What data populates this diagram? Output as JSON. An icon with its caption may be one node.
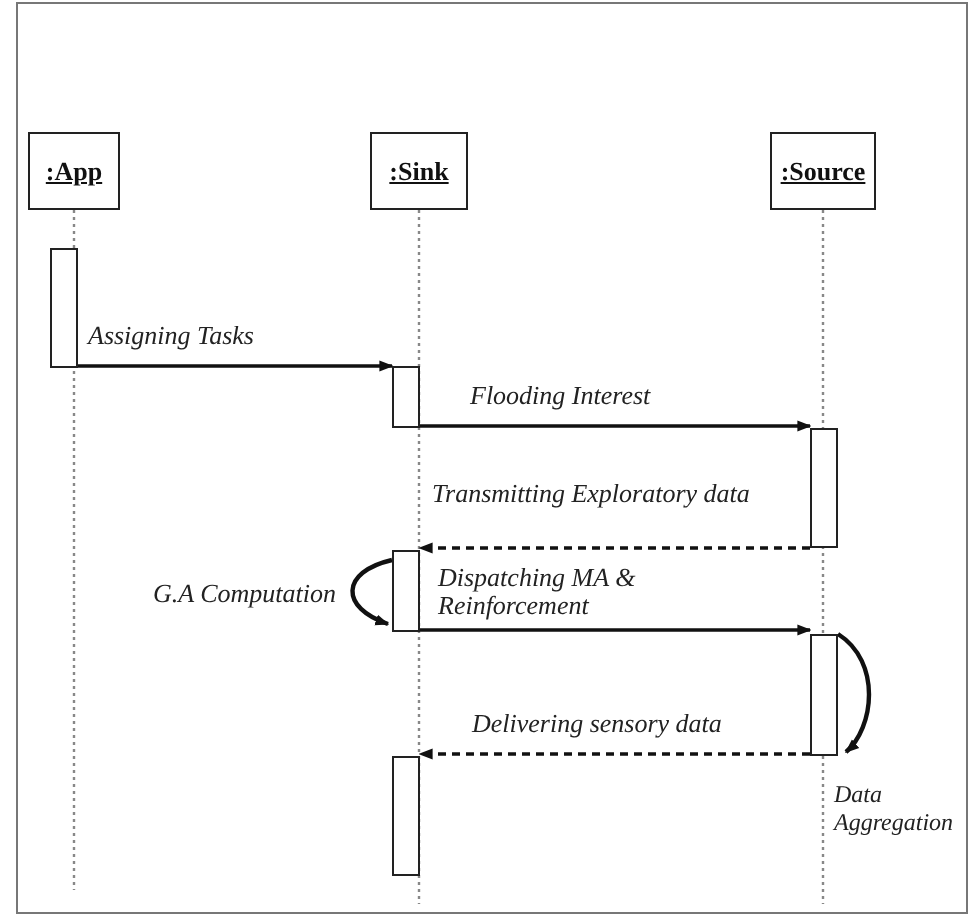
{
  "diagram": {
    "nodes": [
      {
        "text": [
          ":App"
        ]
      },
      {
        "text": [
          ":Sink"
        ]
      },
      {
        "text": [
          ":Source"
        ]
      },
      {
        "text": [],
        "shape": "bar"
      },
      {
        "text": [],
        "shape": "bar"
      },
      {
        "text": [],
        "shape": "bar"
      },
      {
        "text": [],
        "shape": "bar"
      },
      {
        "text": [],
        "shape": "bar"
      },
      {
        "text": [],
        "shape": "bar"
      }
    ],
    "edges": [
      {
        "from": 3,
        "to": 4,
        "arrow": "to",
        "label": "Assigning Tasks"
      },
      {
        "from": 4,
        "to": 5,
        "arrow": "to",
        "label": "Flooding Interest"
      },
      {
        "from": 5,
        "to": 6,
        "arrow": "to",
        "label": "Transmitting Exploratory data",
        "style": "dashed"
      },
      {
        "from": 6,
        "to": 6,
        "arrow": "to",
        "label": "G.A Computation"
      },
      {
        "from": 6,
        "to": 7,
        "arrow": "to",
        "label": "Dispatching MA & Reinforcement"
      },
      {
        "from": 7,
        "to": 7,
        "arrow": "to",
        "label": "Data Aggregation"
      },
      {
        "from": 7,
        "to": 8,
        "arrow": "to",
        "label": "Delivering sensory data",
        "style": "dashed"
      }
    ]
  }
}
